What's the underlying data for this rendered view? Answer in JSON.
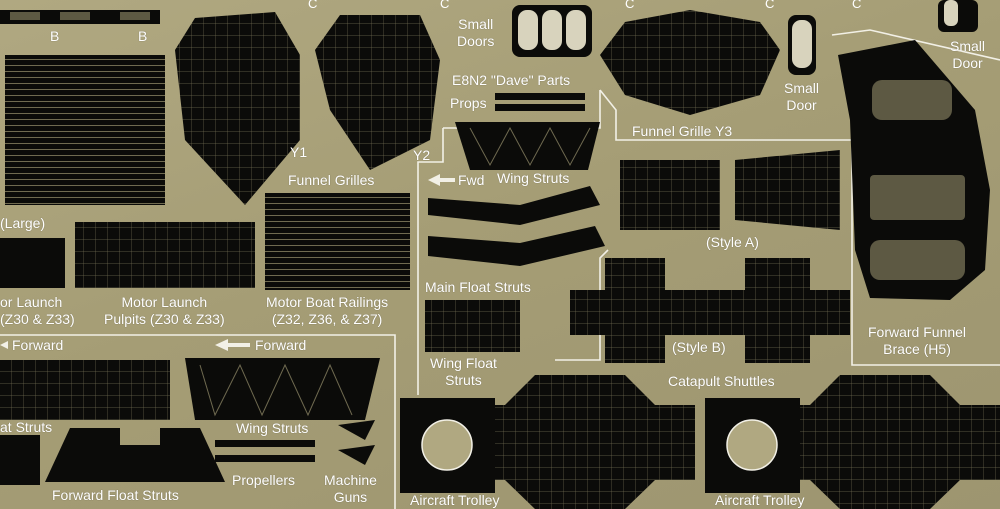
{
  "labels": {
    "b1": "B",
    "b2": "B",
    "c": "C",
    "small_doors": [
      "Small",
      "Doors"
    ],
    "small_door_mid": [
      "Small",
      "Door"
    ],
    "small_door_right": [
      "Small",
      "Door"
    ],
    "y1": "Y1",
    "y2": "Y2",
    "funnel_grilles": "Funnel Grilles",
    "e8n2": "E8N2 \"Dave\" Parts",
    "props": "Props",
    "funnel_grille_y3": "Funnel Grille Y3",
    "fwd": "Fwd",
    "wing_struts_top": "Wing Struts",
    "style_a": "(Style A)",
    "style_b": "(Style B)",
    "large": "(Large)",
    "main_float_struts": "Main Float Struts",
    "motor_launch_left": [
      "or Launch",
      "(Z30 & Z33)"
    ],
    "motor_launch_pulpits": [
      "Motor Launch",
      "Pulpits (Z30 & Z33)"
    ],
    "motor_boat_railings": [
      "Motor Boat Railings",
      "(Z32, Z36, & Z37)"
    ],
    "forward_funnel_brace": [
      "Forward Funnel",
      "Brace (H5)"
    ],
    "forward_left": "Forward",
    "forward_mid": "Forward",
    "wing_float_struts": [
      "Wing Float",
      "Struts"
    ],
    "catapult_shuttles": "Catapult Shuttles",
    "at_struts": "at Struts",
    "wing_struts_bottom": "Wing Struts",
    "propellers": "Propellers",
    "machine_guns": [
      "Machine",
      "Guns"
    ],
    "forward_float_struts": "Forward Float Struts",
    "aircraft_trolley_1": "Aircraft Trolley",
    "aircraft_trolley_2": "Aircraft Trolley"
  }
}
